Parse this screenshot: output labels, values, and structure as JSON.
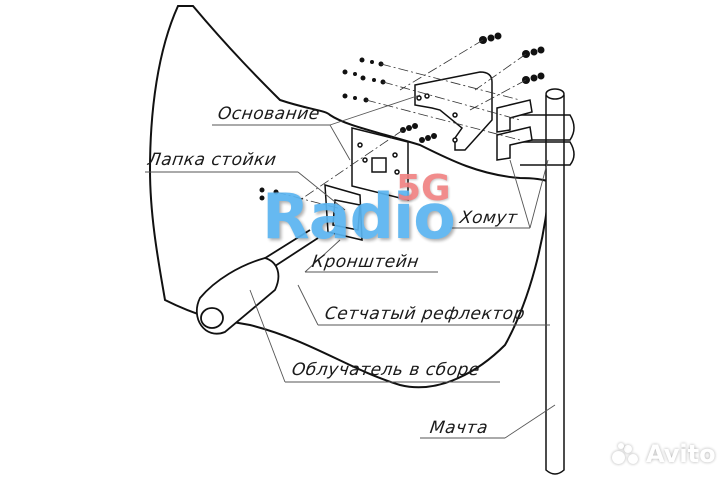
{
  "diagram": {
    "subject": "Grid parabolic antenna assembly (exploded view)",
    "labels": {
      "base": "Основание",
      "stand_leg": "Лапка стойки",
      "clamp": "Хомут",
      "bracket": "Кронштейн",
      "mesh_reflector": "Сетчатый рефлектор",
      "feed_assembly": "Облучатель в сборе",
      "mast": "Мачта"
    },
    "logo": {
      "text": "Radio",
      "suffix": "5G",
      "text_color": "#5ab4f0",
      "suffix_color": "#f08080"
    },
    "watermark": {
      "text": "Avito",
      "icon": "avito-dots-icon"
    },
    "colors": {
      "line": "#111111",
      "leader": "#555555",
      "background": "#ffffff"
    }
  }
}
